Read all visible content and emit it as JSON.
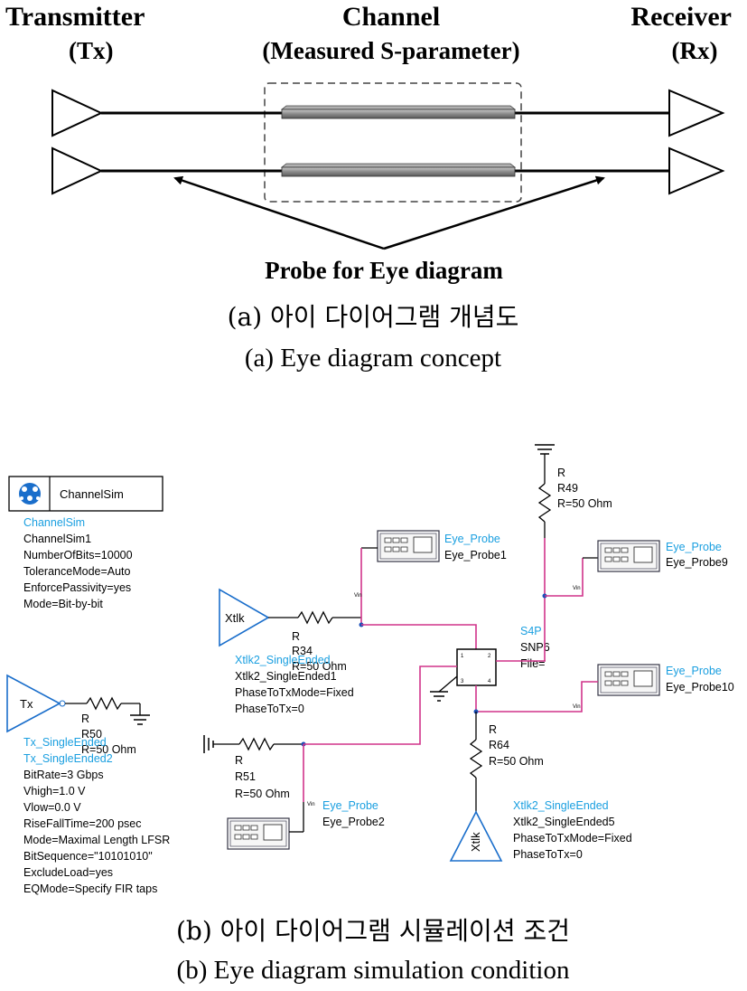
{
  "concept": {
    "transmitter_title": "Transmitter",
    "transmitter_sub": "(Tx)",
    "channel_title": "Channel",
    "channel_sub": "(Measured S-parameter)",
    "receiver_title": "Receiver",
    "receiver_sub": "(Rx)",
    "probe_label": "Probe for Eye diagram",
    "caption_kr": "(a) 아이 다이어그램 개념도",
    "caption_en": "(a) Eye diagram concept"
  },
  "schematic": {
    "channelsim": {
      "box_label": "ChannelSim",
      "type": "ChannelSim",
      "name": "ChannelSim1",
      "params": [
        "NumberOfBits=10000",
        "ToleranceMode=Auto",
        "EnforcePassivity=yes",
        "Mode=Bit-by-bit"
      ]
    },
    "tx": {
      "symbol": "Tx",
      "type": "Tx_SingleEnded",
      "name": "Tx_SingleEnded2",
      "params": [
        "BitRate=3 Gbps",
        "Vhigh=1.0 V",
        "Vlow=0.0 V",
        "RiseFallTime=200 psec",
        "Mode=Maximal Length LFSR",
        "BitSequence=\"10101010\"",
        "ExcludeLoad=yes",
        "EQMode=Specify FIR taps"
      ]
    },
    "r50": {
      "r": "R",
      "name": "R50",
      "value": "R=50 Ohm"
    },
    "xtlk_top": {
      "symbol": "Xtlk",
      "type": "Xtlk2_SingleEnded",
      "name": "Xtlk2_SingleEnded1",
      "params": [
        "PhaseToTxMode=Fixed",
        "PhaseToTx=0"
      ]
    },
    "r34": {
      "r": "R",
      "name": "R34",
      "value": "R=50 Ohm"
    },
    "r51": {
      "r": "R",
      "name": "R51",
      "value": "R=50 Ohm"
    },
    "r49": {
      "r": "R",
      "name": "R49",
      "value": "R=50 Ohm"
    },
    "r64": {
      "r": "R",
      "name": "R64",
      "value": "R=50 Ohm"
    },
    "s4p": {
      "type": "S4P",
      "name": "SNP6",
      "file": "File="
    },
    "probe1": {
      "type": "Eye_Probe",
      "name": "Eye_Probe1"
    },
    "probe2": {
      "type": "Eye_Probe",
      "name": "Eye_Probe2"
    },
    "probe9": {
      "type": "Eye_Probe",
      "name": "Eye_Probe9"
    },
    "probe10": {
      "type": "Eye_Probe",
      "name": "Eye_Probe10"
    },
    "xtlk_bottom": {
      "symbol": "Xtlk",
      "type": "Xtlk2_SingleEnded",
      "name": "Xtlk2_SingleEnded5",
      "params": [
        "PhaseToTxMode=Fixed",
        "PhaseToTx=0"
      ]
    },
    "vin_label": "Vin",
    "caption_kr": "(b) 아이 다이어그램 시뮬레이션 조건",
    "caption_en": "(b) Eye diagram simulation condition"
  },
  "colors": {
    "wire": "#000000",
    "highlight_wire": "#d0338a",
    "component_text": "#1a9fe0",
    "channel_bar": "#8a8a8a"
  }
}
